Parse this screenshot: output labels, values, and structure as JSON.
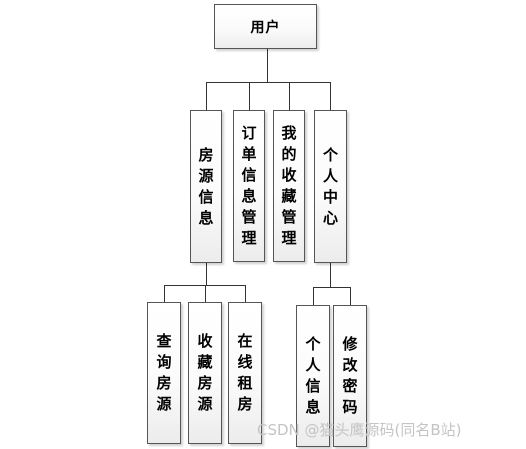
{
  "root": {
    "label": "用户"
  },
  "level1": [
    {
      "label": "房源信息"
    },
    {
      "label": "订单信息管理"
    },
    {
      "label": "我的收藏管理"
    },
    {
      "label": "个人中心"
    }
  ],
  "listings_children": [
    {
      "label": "查询房源"
    },
    {
      "label": "收藏房源"
    },
    {
      "label": "在线租房"
    }
  ],
  "profile_children": [
    {
      "label": "个人信息"
    },
    {
      "label": "修改密码"
    }
  ],
  "watermark": "CSDN @猫头鹰源码(同名B站)"
}
